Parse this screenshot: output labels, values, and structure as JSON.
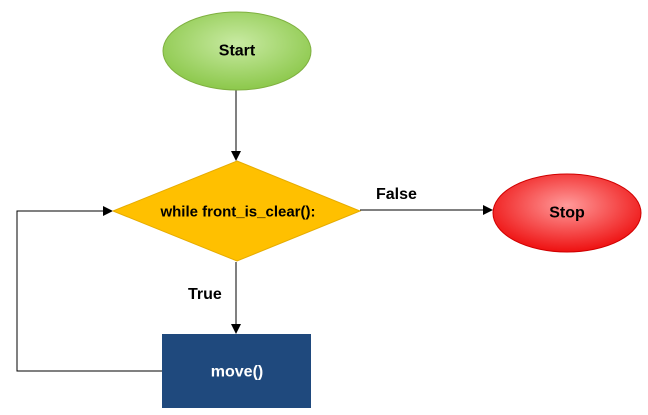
{
  "diagram": {
    "nodes": {
      "start": {
        "label": "Start",
        "shape": "ellipse",
        "fill": "#92d050"
      },
      "condition": {
        "label": "while front_is_clear():",
        "shape": "diamond",
        "fill": "#ffc000"
      },
      "stop": {
        "label": "Stop",
        "shape": "ellipse",
        "fill": "#ff0000"
      },
      "action": {
        "label": "move()",
        "shape": "rectangle",
        "fill": "#1f497d"
      }
    },
    "edges": {
      "false_label": "False",
      "true_label": "True"
    },
    "colors": {
      "line": "#000000",
      "start_text": "#000000",
      "condition_text": "#000000",
      "stop_text": "#000000",
      "action_text": "#ffffff"
    }
  }
}
